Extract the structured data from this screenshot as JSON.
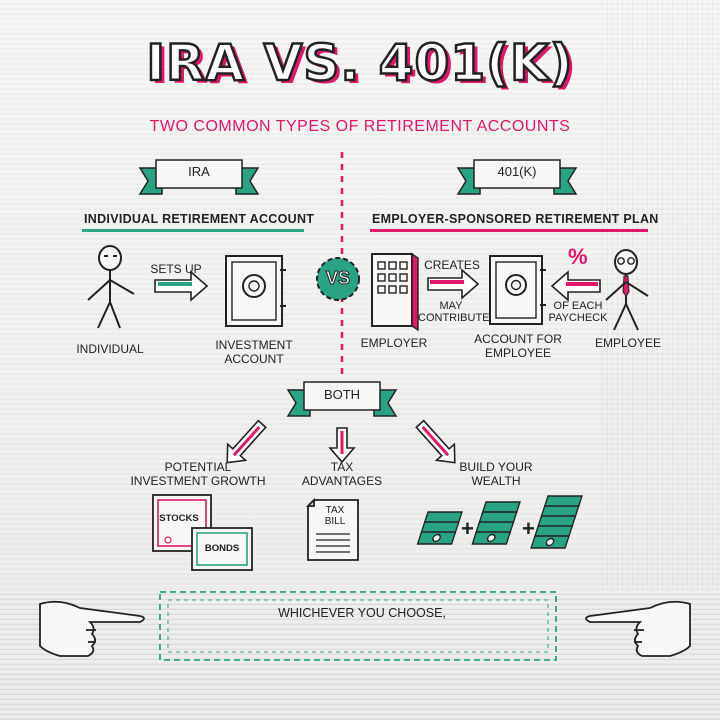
{
  "title": "IRA VS. 401(K)",
  "subtitle": "TWO COMMON TYPES OF RETIREMENT ACCOUNTS",
  "ira": {
    "banner": "IRA",
    "heading": "INDIVIDUAL RETIREMENT ACCOUNT",
    "individual": "INDIVIDUAL",
    "sets_up": "SETS UP",
    "investment_account": [
      "INVESTMENT",
      "ACCOUNT"
    ]
  },
  "vs": "VS",
  "k401": {
    "banner": "401(K)",
    "heading": "EMPLOYER-SPONSORED RETIREMENT PLAN",
    "employer": "EMPLOYER",
    "creates": "CREATES",
    "may_contribute": [
      "MAY",
      "CONTRIBUTE"
    ],
    "account_for_employee": [
      "ACCOUNT FOR",
      "EMPLOYEE"
    ],
    "percent": "%",
    "of_each_paycheck": [
      "OF EACH",
      "PAYCHECK"
    ],
    "employee": "EMPLOYEE"
  },
  "both": {
    "banner": "BOTH",
    "growth": [
      "POTENTIAL",
      "INVESTMENT GROWTH"
    ],
    "tax": [
      "TAX",
      "ADVANTAGES"
    ],
    "wealth": [
      "BUILD YOUR",
      "WEALTH"
    ],
    "stocks": "STOCKS",
    "bonds": "BONDS",
    "tax_bill": [
      "TAX",
      "BILL"
    ],
    "plus": "+"
  },
  "footer": {
    "text": "WHICHEVER YOU CHOOSE,"
  },
  "colors": {
    "pink": "#e0176a",
    "teal": "#2aa384",
    "ink": "#222222"
  },
  "icons": [
    "stick-figure-icon",
    "safe-icon",
    "building-icon",
    "money-stack-icon",
    "pointing-hand-icon"
  ]
}
